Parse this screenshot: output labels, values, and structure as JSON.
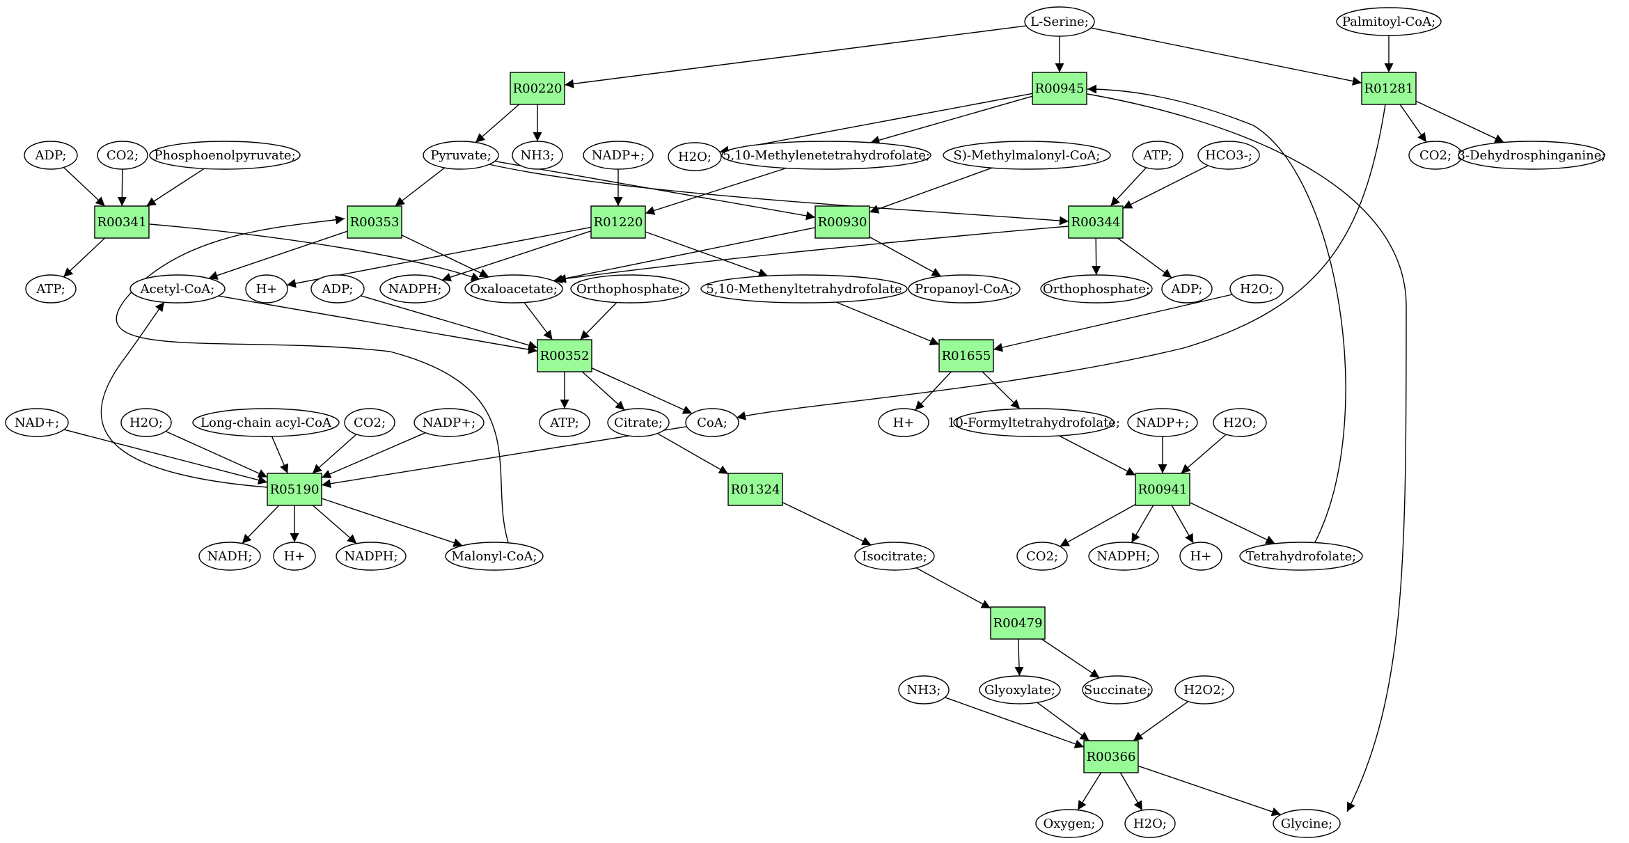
{
  "colors": {
    "reaction_fill": "#98fb98",
    "metabolite_fill": "#ffffff",
    "source_fill": "#00ee00",
    "target_fill": "#ffff00",
    "stroke": "#000000"
  },
  "nodes": {
    "lserine": {
      "label": "L-Serine;",
      "kind": "source"
    },
    "palmitoyl": {
      "label": "Palmitoyl-CoA;",
      "kind": "metabolite"
    },
    "R00220": {
      "label": "R00220",
      "kind": "reaction"
    },
    "R00945": {
      "label": "R00945",
      "kind": "reaction"
    },
    "R01281": {
      "label": "R01281",
      "kind": "reaction"
    },
    "adp1": {
      "label": "ADP;",
      "kind": "metabolite"
    },
    "co2a": {
      "label": "CO2;",
      "kind": "metabolite"
    },
    "pep": {
      "label": "Phosphoenolpyruvate;",
      "kind": "metabolite"
    },
    "pyr": {
      "label": "Pyruvate;",
      "kind": "metabolite"
    },
    "nh3a": {
      "label": "NH3;",
      "kind": "metabolite"
    },
    "nadp1": {
      "label": "NADP+;",
      "kind": "metabolite"
    },
    "h2o1": {
      "label": "H2O;",
      "kind": "metabolite"
    },
    "methylene": {
      "label": "5,10-Methylenetetrahydrofolate;",
      "kind": "metabolite"
    },
    "smm": {
      "label": "S)-Methylmalonyl-CoA;",
      "kind": "metabolite"
    },
    "atp1": {
      "label": "ATP;",
      "kind": "metabolite"
    },
    "hco3": {
      "label": "HCO3-;",
      "kind": "metabolite"
    },
    "co2b": {
      "label": "CO2;",
      "kind": "metabolite"
    },
    "dehydro": {
      "label": "3-Dehydrosphinganine;",
      "kind": "metabolite"
    },
    "R00341": {
      "label": "R00341",
      "kind": "reaction"
    },
    "R00353": {
      "label": "R00353",
      "kind": "reaction"
    },
    "R01220": {
      "label": "R01220",
      "kind": "reaction"
    },
    "R00930": {
      "label": "R00930",
      "kind": "reaction"
    },
    "R00344": {
      "label": "R00344",
      "kind": "reaction"
    },
    "atp2": {
      "label": "ATP;",
      "kind": "metabolite"
    },
    "acoa": {
      "label": "Acetyl-CoA;",
      "kind": "metabolite"
    },
    "hplus1": {
      "label": "H+",
      "kind": "metabolite"
    },
    "adp2": {
      "label": "ADP;",
      "kind": "metabolite"
    },
    "nadph1": {
      "label": "NADPH;",
      "kind": "metabolite"
    },
    "oaa": {
      "label": "Oxaloacetate;",
      "kind": "metabolite"
    },
    "ortho1": {
      "label": "Orthophosphate;",
      "kind": "metabolite"
    },
    "methenyl": {
      "label": "5,10-Methenyltetrahydrofolate",
      "kind": "metabolite"
    },
    "propcoa": {
      "label": "Propanoyl-CoA;",
      "kind": "metabolite"
    },
    "ortho2": {
      "label": "Orthophosphate;",
      "kind": "metabolite"
    },
    "adp3": {
      "label": "ADP;",
      "kind": "metabolite"
    },
    "h2o2": {
      "label": "H2O;",
      "kind": "metabolite"
    },
    "R00352": {
      "label": "R00352",
      "kind": "reaction"
    },
    "R01655": {
      "label": "R01655",
      "kind": "reaction"
    },
    "nad": {
      "label": "NAD+;",
      "kind": "metabolite"
    },
    "h2o3": {
      "label": "H2O;",
      "kind": "metabolite"
    },
    "lcacoa": {
      "label": "Long-chain acyl-CoA",
      "kind": "metabolite"
    },
    "co2c": {
      "label": "CO2;",
      "kind": "metabolite"
    },
    "nadp2": {
      "label": "NADP+;",
      "kind": "metabolite"
    },
    "atp3": {
      "label": "ATP;",
      "kind": "metabolite"
    },
    "citrate": {
      "label": "Citrate;",
      "kind": "metabolite"
    },
    "coa": {
      "label": "CoA;",
      "kind": "metabolite"
    },
    "hplus2": {
      "label": "H+",
      "kind": "metabolite"
    },
    "formyl": {
      "label": "10-Formyltetrahydrofolate;",
      "kind": "metabolite"
    },
    "nadp3": {
      "label": "NADP+;",
      "kind": "metabolite"
    },
    "h2o4": {
      "label": "H2O;",
      "kind": "metabolite"
    },
    "R05190": {
      "label": "R05190",
      "kind": "reaction"
    },
    "R01324": {
      "label": "R01324",
      "kind": "reaction"
    },
    "R00941": {
      "label": "R00941",
      "kind": "reaction"
    },
    "nadh": {
      "label": "NADH;",
      "kind": "metabolite"
    },
    "hplus3": {
      "label": "H+",
      "kind": "metabolite"
    },
    "nadph2": {
      "label": "NADPH;",
      "kind": "metabolite"
    },
    "malcoa": {
      "label": "Malonyl-CoA;",
      "kind": "metabolite"
    },
    "isocit": {
      "label": "Isocitrate;",
      "kind": "metabolite"
    },
    "co2d": {
      "label": "CO2;",
      "kind": "metabolite"
    },
    "nadph3": {
      "label": "NADPH;",
      "kind": "metabolite"
    },
    "hplus4": {
      "label": "H+",
      "kind": "metabolite"
    },
    "thf": {
      "label": "Tetrahydrofolate;",
      "kind": "metabolite"
    },
    "R00479": {
      "label": "R00479",
      "kind": "reaction"
    },
    "nh3b": {
      "label": "NH3;",
      "kind": "metabolite"
    },
    "glyox": {
      "label": "Glyoxylate;",
      "kind": "metabolite"
    },
    "succ": {
      "label": "Succinate;",
      "kind": "metabolite"
    },
    "h2o2b": {
      "label": "H2O2;",
      "kind": "metabolite"
    },
    "R00366": {
      "label": "R00366",
      "kind": "reaction"
    },
    "oxygen": {
      "label": "Oxygen;",
      "kind": "metabolite"
    },
    "h2o5": {
      "label": "H2O;",
      "kind": "metabolite"
    },
    "glycine": {
      "label": "Glycine;",
      "kind": "target"
    }
  },
  "edges": [
    [
      "lserine",
      "R00220"
    ],
    [
      "lserine",
      "R00945"
    ],
    [
      "lserine",
      "R01281"
    ],
    [
      "palmitoyl",
      "R01281"
    ],
    [
      "R00220",
      "pyr"
    ],
    [
      "R00220",
      "nh3a"
    ],
    [
      "R00945",
      "h2o1"
    ],
    [
      "R00945",
      "methylene"
    ],
    [
      "R00945",
      "glycine"
    ],
    [
      "R01281",
      "co2b"
    ],
    [
      "R01281",
      "dehydro"
    ],
    [
      "R01281",
      "coa"
    ],
    [
      "adp1",
      "R00341"
    ],
    [
      "co2a",
      "R00341"
    ],
    [
      "pep",
      "R00341"
    ],
    [
      "R00341",
      "atp2"
    ],
    [
      "R00341",
      "oaa"
    ],
    [
      "pyr",
      "R00353"
    ],
    [
      "pyr",
      "R00930"
    ],
    [
      "pyr",
      "R00344"
    ],
    [
      "R00353",
      "acoa"
    ],
    [
      "R00353",
      "oaa"
    ],
    [
      "nadp1",
      "R01220"
    ],
    [
      "methylene",
      "R01220"
    ],
    [
      "R01220",
      "hplus1"
    ],
    [
      "R01220",
      "nadph1"
    ],
    [
      "R01220",
      "methenyl"
    ],
    [
      "smm",
      "R00930"
    ],
    [
      "R00930",
      "oaa"
    ],
    [
      "R00930",
      "propcoa"
    ],
    [
      "atp1",
      "R00344"
    ],
    [
      "hco3",
      "R00344"
    ],
    [
      "R00344",
      "oaa"
    ],
    [
      "R00344",
      "ortho2"
    ],
    [
      "R00344",
      "adp3"
    ],
    [
      "acoa",
      "R00352"
    ],
    [
      "adp2",
      "R00352"
    ],
    [
      "oaa",
      "R00352"
    ],
    [
      "ortho1",
      "R00352"
    ],
    [
      "R00352",
      "atp3"
    ],
    [
      "R00352",
      "citrate"
    ],
    [
      "R00352",
      "coa"
    ],
    [
      "methenyl",
      "R01655"
    ],
    [
      "h2o2",
      "R01655"
    ],
    [
      "R01655",
      "hplus2"
    ],
    [
      "R01655",
      "formyl"
    ],
    [
      "nad",
      "R05190"
    ],
    [
      "h2o3",
      "R05190"
    ],
    [
      "lcacoa",
      "R05190"
    ],
    [
      "co2c",
      "R05190"
    ],
    [
      "nadp2",
      "R05190"
    ],
    [
      "coa",
      "R05190"
    ],
    [
      "R05190",
      "acoa"
    ],
    [
      "R05190",
      "nadh"
    ],
    [
      "R05190",
      "hplus3"
    ],
    [
      "R05190",
      "nadph2"
    ],
    [
      "R05190",
      "malcoa"
    ],
    [
      "malcoa",
      "R00353"
    ],
    [
      "citrate",
      "R01324"
    ],
    [
      "R01324",
      "isocit"
    ],
    [
      "formyl",
      "R00941"
    ],
    [
      "nadp3",
      "R00941"
    ],
    [
      "h2o4",
      "R00941"
    ],
    [
      "R00941",
      "co2d"
    ],
    [
      "R00941",
      "nadph3"
    ],
    [
      "R00941",
      "hplus4"
    ],
    [
      "R00941",
      "thf"
    ],
    [
      "thf",
      "R00945"
    ],
    [
      "isocit",
      "R00479"
    ],
    [
      "R00479",
      "glyox"
    ],
    [
      "R00479",
      "succ"
    ],
    [
      "nh3b",
      "R00366"
    ],
    [
      "glyox",
      "R00366"
    ],
    [
      "h2o2b",
      "R00366"
    ],
    [
      "R00366",
      "oxygen"
    ],
    [
      "R00366",
      "h2o5"
    ],
    [
      "R00366",
      "glycine"
    ]
  ]
}
